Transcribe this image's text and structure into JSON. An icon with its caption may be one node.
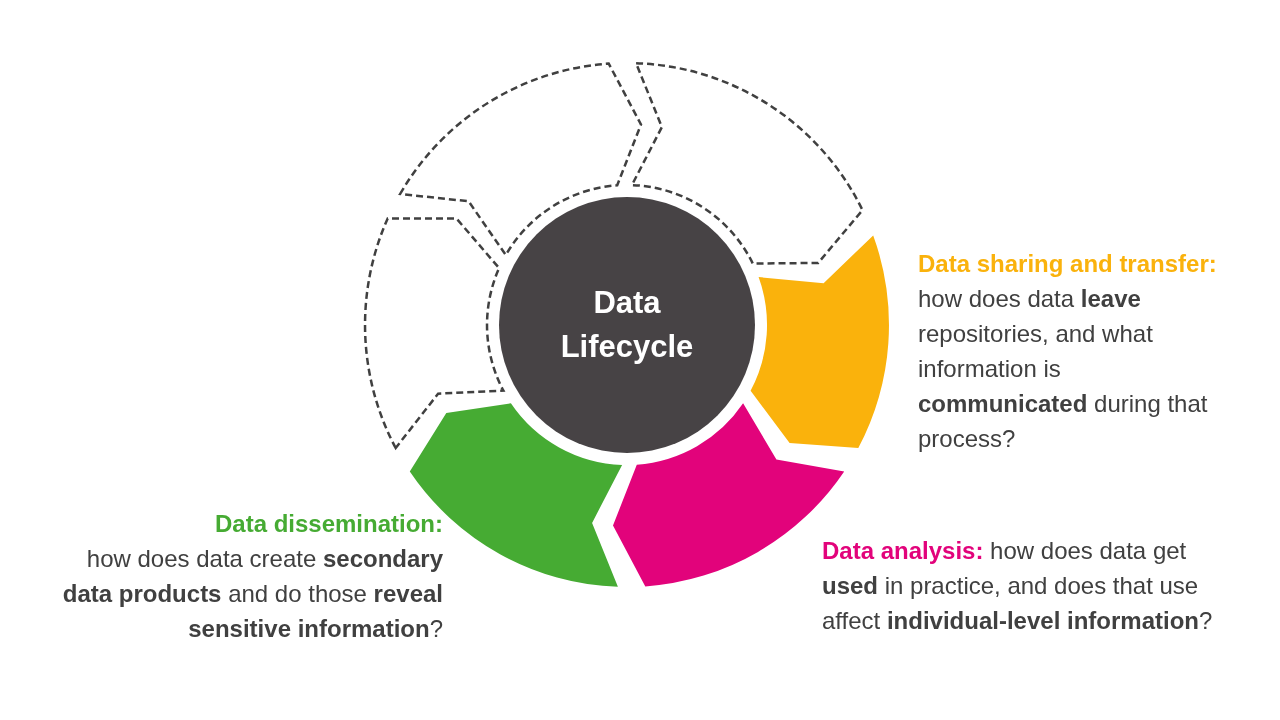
{
  "diagram": {
    "nodes": [
      {
        "text": [],
        "shape": "arrow"
      },
      {
        "text": [],
        "shape": "arrow"
      },
      {
        "text": [],
        "shape": "arrow"
      },
      {
        "text": [
          "Data Lifecycle"
        ]
      },
      {
        "text": [
          "Data sharing and transfer:",
          "how does data **leave** repositories, and what information is **communicated** during that process?"
        ]
      },
      {
        "text": [
          "Data dissemination:",
          "how does data create **secondary data products** and do those **reveal sensitive information**?"
        ]
      },
      {
        "text": [
          "Data analysis:",
          "how does data get **used** in practice, and does that use affect **individual-level information**?"
        ]
      }
    ],
    "edges": []
  }
}
